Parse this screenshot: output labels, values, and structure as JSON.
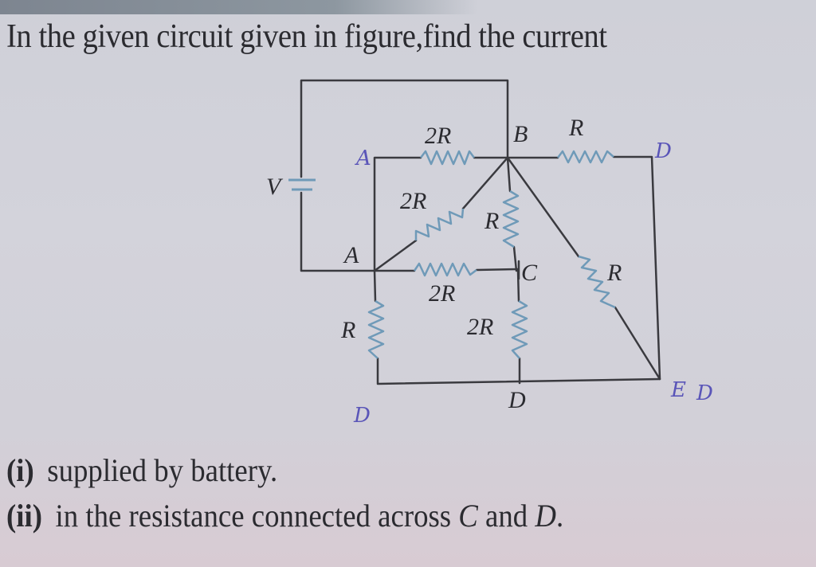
{
  "question": {
    "text": "In the given circuit given in figure,find the current"
  },
  "parts": [
    {
      "number": "(i)",
      "text": "supplied by battery."
    },
    {
      "number": "(ii)",
      "text_before": "in the resistance connected across ",
      "node1": "C",
      "mid": " and ",
      "node2": "D",
      "end": "."
    }
  ],
  "circuit": {
    "battery_label": "V",
    "nodes": {
      "A": "A",
      "B": "B",
      "C": "C",
      "D": "D"
    },
    "resistors": {
      "top_2R": "2R",
      "diag_AB_2R": "2R",
      "BC_R": "R",
      "AC_2R": "2R",
      "B_right_R": "R",
      "diag_BE_R": "R",
      "A_down_R": "R",
      "CD_2R": "2R"
    },
    "handwritten_marks": {
      "left_top": "A",
      "right_top": "D",
      "bottom_left": "D",
      "bottom_right_1": "E",
      "bottom_right_2": "D"
    }
  },
  "colors": {
    "wire": "#3a3a3f",
    "resistor": "#6f9ab8",
    "handwriting": "#5a55b8"
  }
}
